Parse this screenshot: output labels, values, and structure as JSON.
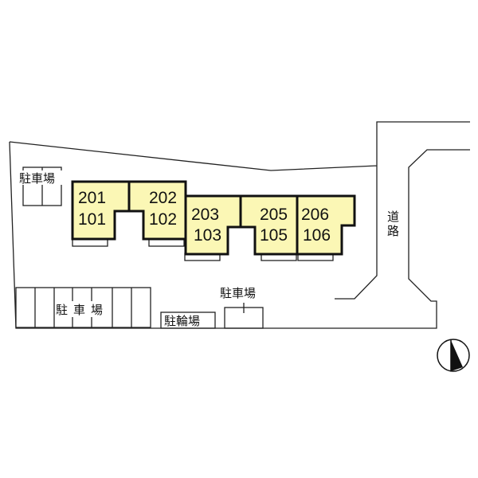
{
  "diagram": {
    "type": "site-plan",
    "units": [
      {
        "id": "u201",
        "upper": "201",
        "lower": "101"
      },
      {
        "id": "u202",
        "upper": "202",
        "lower": "102"
      },
      {
        "id": "u203",
        "upper": "203",
        "lower": "103"
      },
      {
        "id": "u205",
        "upper": "205",
        "lower": "105"
      },
      {
        "id": "u206",
        "upper": "206",
        "lower": "106"
      }
    ],
    "labels": {
      "parking_nw": "駐車場",
      "parking_sw": "駐車場",
      "parking_s": "駐車場",
      "bicycle_parking": "駐輪場",
      "road_line1": "道",
      "road_line2": "路"
    },
    "compass": "north-arrow",
    "colors": {
      "building_fill": "#fbf7b5",
      "line": "#111111",
      "background": "#ffffff"
    }
  }
}
